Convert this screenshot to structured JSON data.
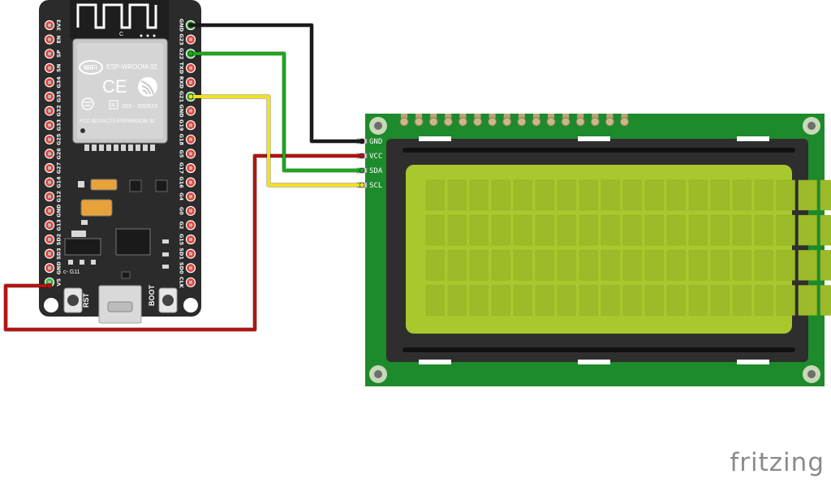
{
  "esp32": {
    "module_marking": "C",
    "wifi_logo_text": "WiFi",
    "module_name": "ESP-WROOM-32",
    "ce_mark": "CE",
    "cert_box": "R",
    "cert_code": "205 - 000519",
    "fcc_id": "FCC 9D:2AC72-ESPWROOM 32",
    "pin_left": [
      "3V3",
      "EN",
      "SP",
      "SN",
      "G34",
      "G35",
      "G32",
      "G33",
      "G25",
      "G26",
      "G27",
      "G14",
      "G12",
      "GND",
      "G13",
      "SD2",
      "SD3",
      "GND",
      "V5"
    ],
    "pin_right": [
      "GND",
      "G23",
      "G22",
      "TXD",
      "RXD",
      "G21",
      "GND",
      "G19",
      "G18",
      "G5",
      "G17",
      "G16",
      "G4",
      "G0",
      "G2",
      "G15",
      "SD1",
      "SD0",
      "CLK"
    ],
    "reset_label": "RST",
    "boot_label": "BOOT",
    "small_label": "c- G11"
  },
  "lcd": {
    "pins": [
      "GND",
      "VCC",
      "SDA",
      "SCL"
    ],
    "columns": 20,
    "rows": 4
  },
  "wires": [
    {
      "name": "gnd-wire",
      "color": "#1a1a1a"
    },
    {
      "name": "vcc-wire",
      "color": "#b5120f"
    },
    {
      "name": "sda-wire",
      "color": "#1aa81a"
    },
    {
      "name": "scl-wire",
      "color": "#f2e21a"
    }
  ],
  "watermark": "fritzing"
}
